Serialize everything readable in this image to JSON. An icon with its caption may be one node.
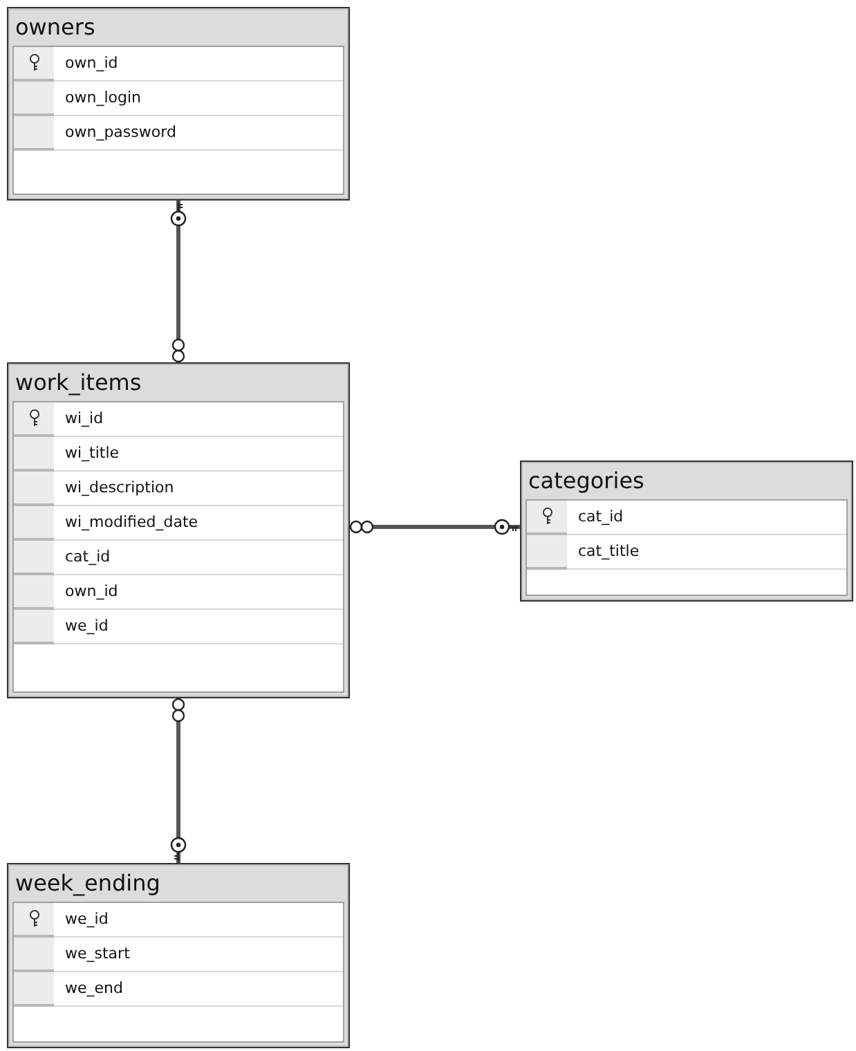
{
  "diagram": {
    "nodes": [
      {
        "text": [
          "owners",
          "own_id",
          "own_login",
          "own_password"
        ]
      },
      {
        "text": [
          "work_items",
          "wi_id",
          "wi_title",
          "wi_description",
          "wi_modified_date",
          "cat_id",
          "own_id",
          "we_id"
        ]
      },
      {
        "text": [
          "categories",
          "cat_id",
          "cat_title"
        ]
      },
      {
        "text": [
          "week_ending",
          "we_id",
          "we_start",
          "we_end"
        ]
      }
    ],
    "edges": [
      {
        "from": 0,
        "to": 1,
        "arrow": "other"
      },
      {
        "from": 2,
        "to": 1,
        "arrow": "other"
      },
      {
        "from": 3,
        "to": 1,
        "arrow": "other"
      }
    ]
  }
}
